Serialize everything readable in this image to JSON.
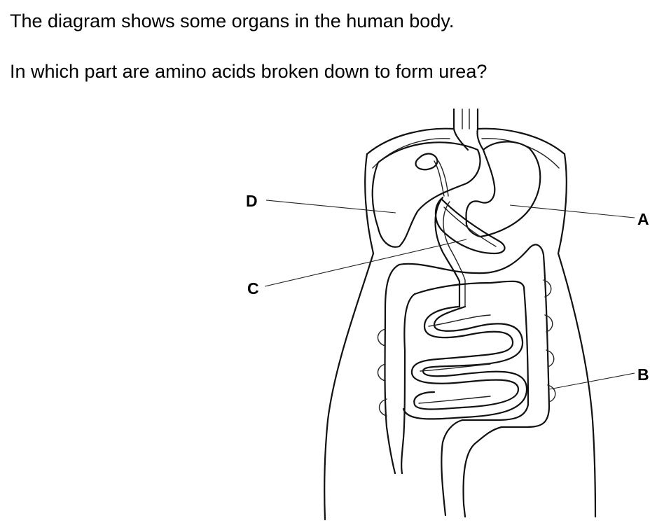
{
  "question": {
    "intro": "The diagram shows some organs in the human body.",
    "prompt": "In which part are amino acids broken down to form urea?"
  },
  "diagram": {
    "labels": {
      "a": "A",
      "b": "B",
      "c": "C",
      "d": "D"
    }
  },
  "colors": {
    "ink": "#111111",
    "background": "#ffffff"
  }
}
